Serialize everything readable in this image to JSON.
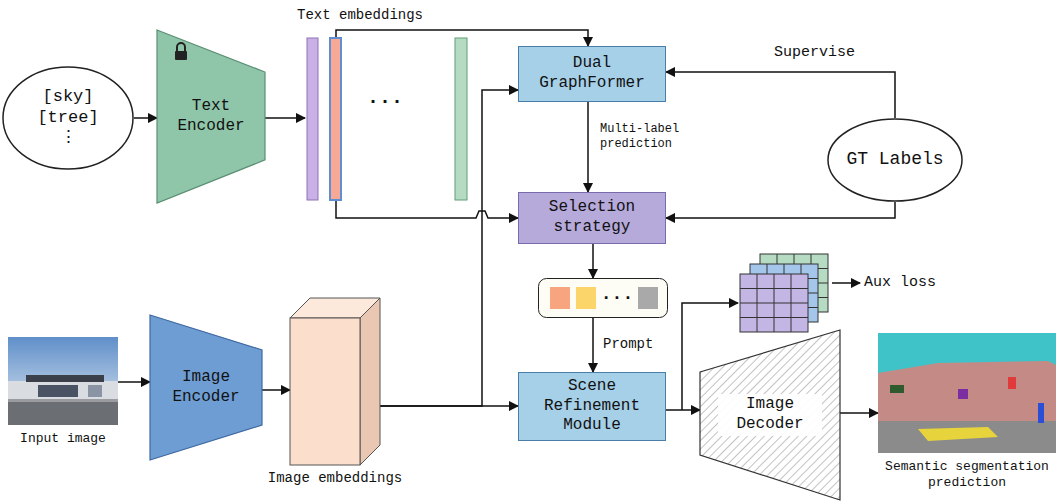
{
  "diagram": {
    "nodes": [
      {
        "text": [
          "[sky]",
          "[tree]",
          "⋮"
        ]
      },
      {
        "text": [
          "Text Encoder"
        ]
      },
      {
        "text": [
          "Text embeddings",
          "..."
        ]
      },
      {
        "text": [
          "Dual GraphFormer"
        ]
      },
      {
        "text": [
          "GT Labels"
        ]
      },
      {
        "text": [
          "Selection strategy"
        ]
      },
      {
        "text": [
          "..."
        ]
      },
      {
        "text": [
          "Input image"
        ]
      },
      {
        "text": [
          "Image Encoder"
        ]
      },
      {
        "text": [
          "Image embeddings"
        ]
      },
      {
        "text": [
          "Scene Refinement Module"
        ]
      },
      {
        "text": [
          "Image Decoder"
        ]
      },
      {
        "text": [
          "Semantic segmentation prediction"
        ]
      }
    ],
    "edges": [
      {
        "from": 0,
        "to": 1,
        "arrow": "to"
      },
      {
        "from": 1,
        "to": 2,
        "arrow": "to"
      },
      {
        "from": 2,
        "to": 3,
        "arrow": "to"
      },
      {
        "from": 2,
        "to": 5,
        "arrow": "to"
      },
      {
        "from": 4,
        "to": 3,
        "arrow": "to",
        "label": "Supervise"
      },
      {
        "from": 4,
        "to": 5,
        "arrow": "to"
      },
      {
        "from": 3,
        "to": 5,
        "arrow": "to",
        "label": "Multi-label prediction"
      },
      {
        "from": 5,
        "to": 6,
        "arrow": "to"
      },
      {
        "from": 6,
        "to": 10,
        "arrow": "to",
        "label": "Prompt"
      },
      {
        "from": 7,
        "to": 8,
        "arrow": "to"
      },
      {
        "from": 8,
        "to": 9,
        "arrow": "to"
      },
      {
        "from": 9,
        "to": 10,
        "arrow": "to"
      },
      {
        "from": 9,
        "to": 3,
        "arrow": "to"
      },
      {
        "from": 10,
        "to": 11,
        "arrow": "to"
      },
      {
        "from": 11,
        "to": 12,
        "arrow": "to"
      }
    ],
    "labels": [
      "Aux loss"
    ]
  }
}
